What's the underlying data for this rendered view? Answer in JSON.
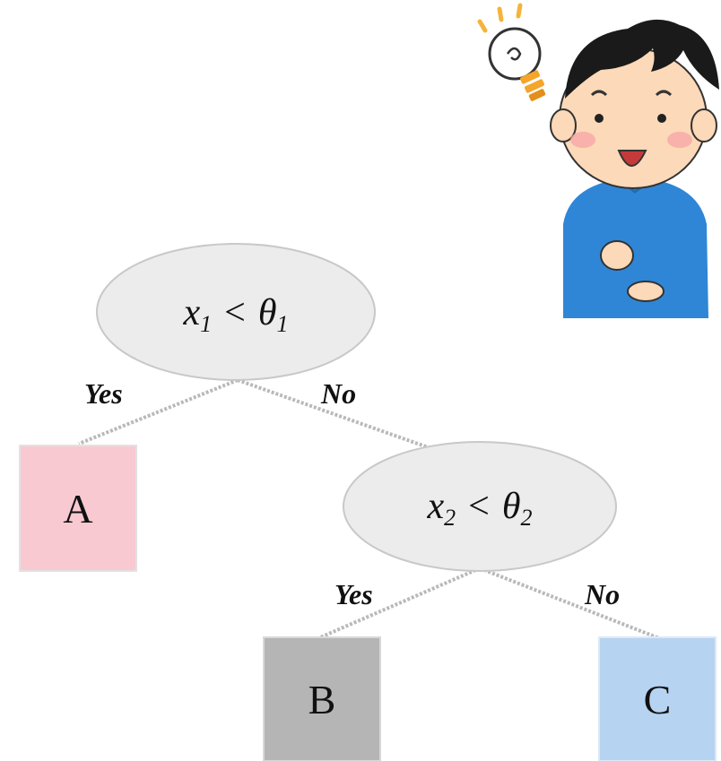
{
  "diagram": {
    "root": {
      "var": "x",
      "var_sub": "1",
      "op": "<",
      "thr": "θ",
      "thr_sub": "1"
    },
    "node2": {
      "var": "x",
      "var_sub": "2",
      "op": "<",
      "thr": "θ",
      "thr_sub": "2"
    },
    "edges": {
      "root_yes": "Yes",
      "root_no": "No",
      "node2_yes": "Yes",
      "node2_no": "No"
    },
    "leaves": {
      "a": "A",
      "b": "B",
      "c": "C"
    },
    "colors": {
      "node_fill": "#ececec",
      "leaf_a": "#f8c9d1",
      "leaf_b": "#b5b5b5",
      "leaf_c": "#b6d3f2",
      "shirt": "#2f86d6",
      "skin": "#fcd9b8",
      "hair": "#1a1a1a",
      "bulb_glow": "#f4b33a"
    },
    "illustration": {
      "subject": "boy-with-idea",
      "icon": "lightbulb-icon"
    }
  }
}
